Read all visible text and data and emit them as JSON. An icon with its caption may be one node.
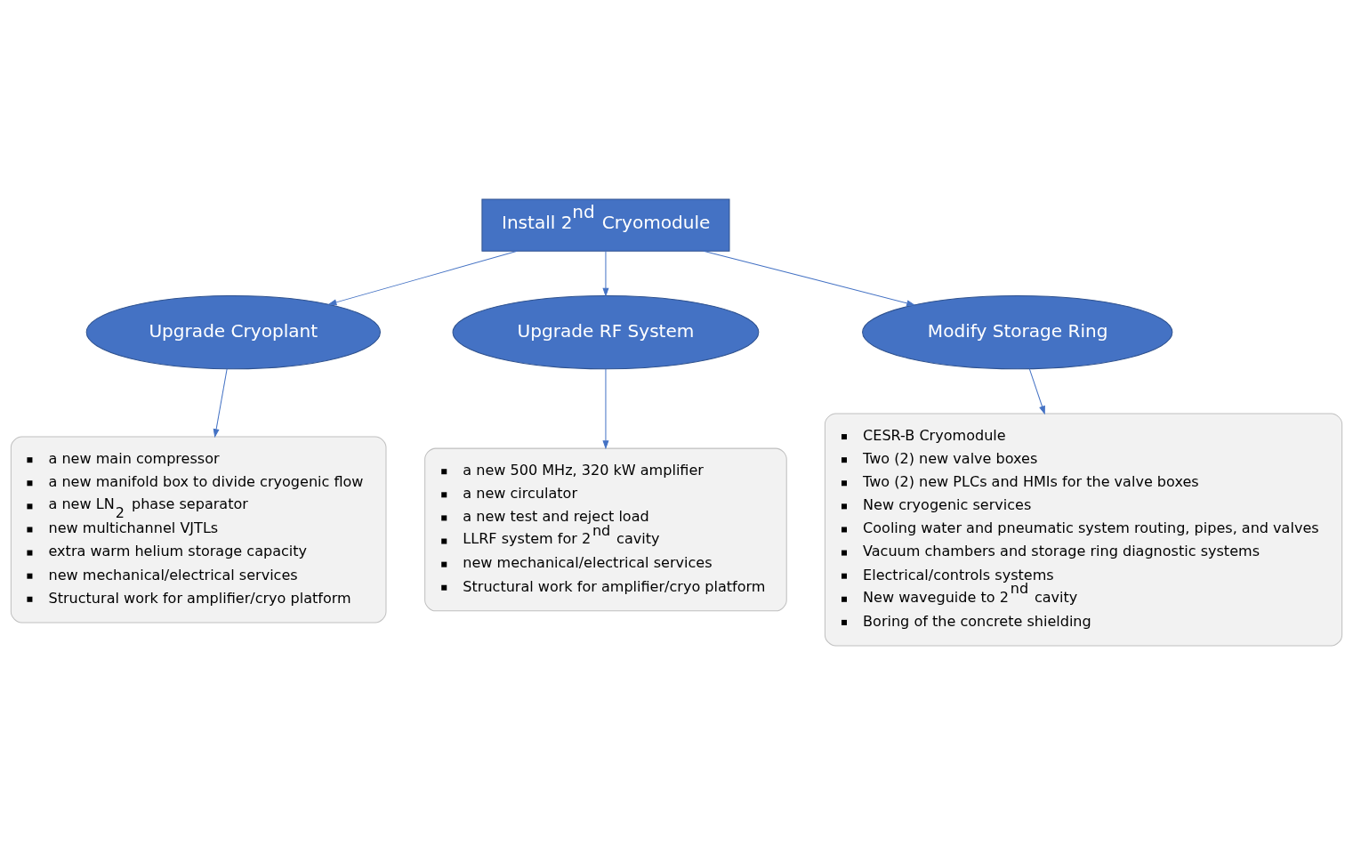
{
  "diagram": {
    "nodes": [
      {
        "text": [
          "Install 2$^{nd}$ Cryomodule"
        ]
      },
      {
        "text": [
          "Upgrade Cryoplant"
        ]
      },
      {
        "text": [
          "Upgrade RF System"
        ]
      },
      {
        "text": [
          "Modify Storage Ring"
        ]
      },
      {
        "text": [
          "a new main compressor",
          "a new manifold box to divide cryogenic flow",
          "a new LN$_{2}$ phase separator",
          "new multichannel VJTLs",
          "extra warm helium storage capacity",
          "new mechanical/electrical services",
          "Structural work for amplifier/cryo platform"
        ]
      },
      {
        "text": [
          "a new 500 MHz, 320 kW amplifier",
          "a new circulator",
          "a new test and reject load",
          "LLRF system for 2$^{nd}$ cavity",
          "new mechanical/electrical services",
          "Structural work for amplifier/cryo platform"
        ]
      },
      {
        "text": [
          "CESR-B Cryomodule",
          "Two (2) new valve boxes",
          "Two (2) new PLCs and HMIs for the valve boxes",
          "New cryogenic services",
          "Cooling water and pneumatic system routing, pipes, and valves",
          "Vacuum chambers and storage ring diagnostic systems",
          "Electrical/controls systems",
          "New waveguide to 2$^{nd}$ cavity",
          "Boring of the concrete shielding"
        ]
      }
    ],
    "edges": [
      {
        "from": 0,
        "to": 1,
        "arrow": "to"
      },
      {
        "from": 0,
        "to": 2,
        "arrow": "to"
      },
      {
        "from": 0,
        "to": 3,
        "arrow": "to"
      },
      {
        "from": 1,
        "to": 4,
        "arrow": "to"
      },
      {
        "from": 2,
        "to": 5,
        "arrow": "to"
      },
      {
        "from": 3,
        "to": 6,
        "arrow": "to"
      }
    ]
  }
}
